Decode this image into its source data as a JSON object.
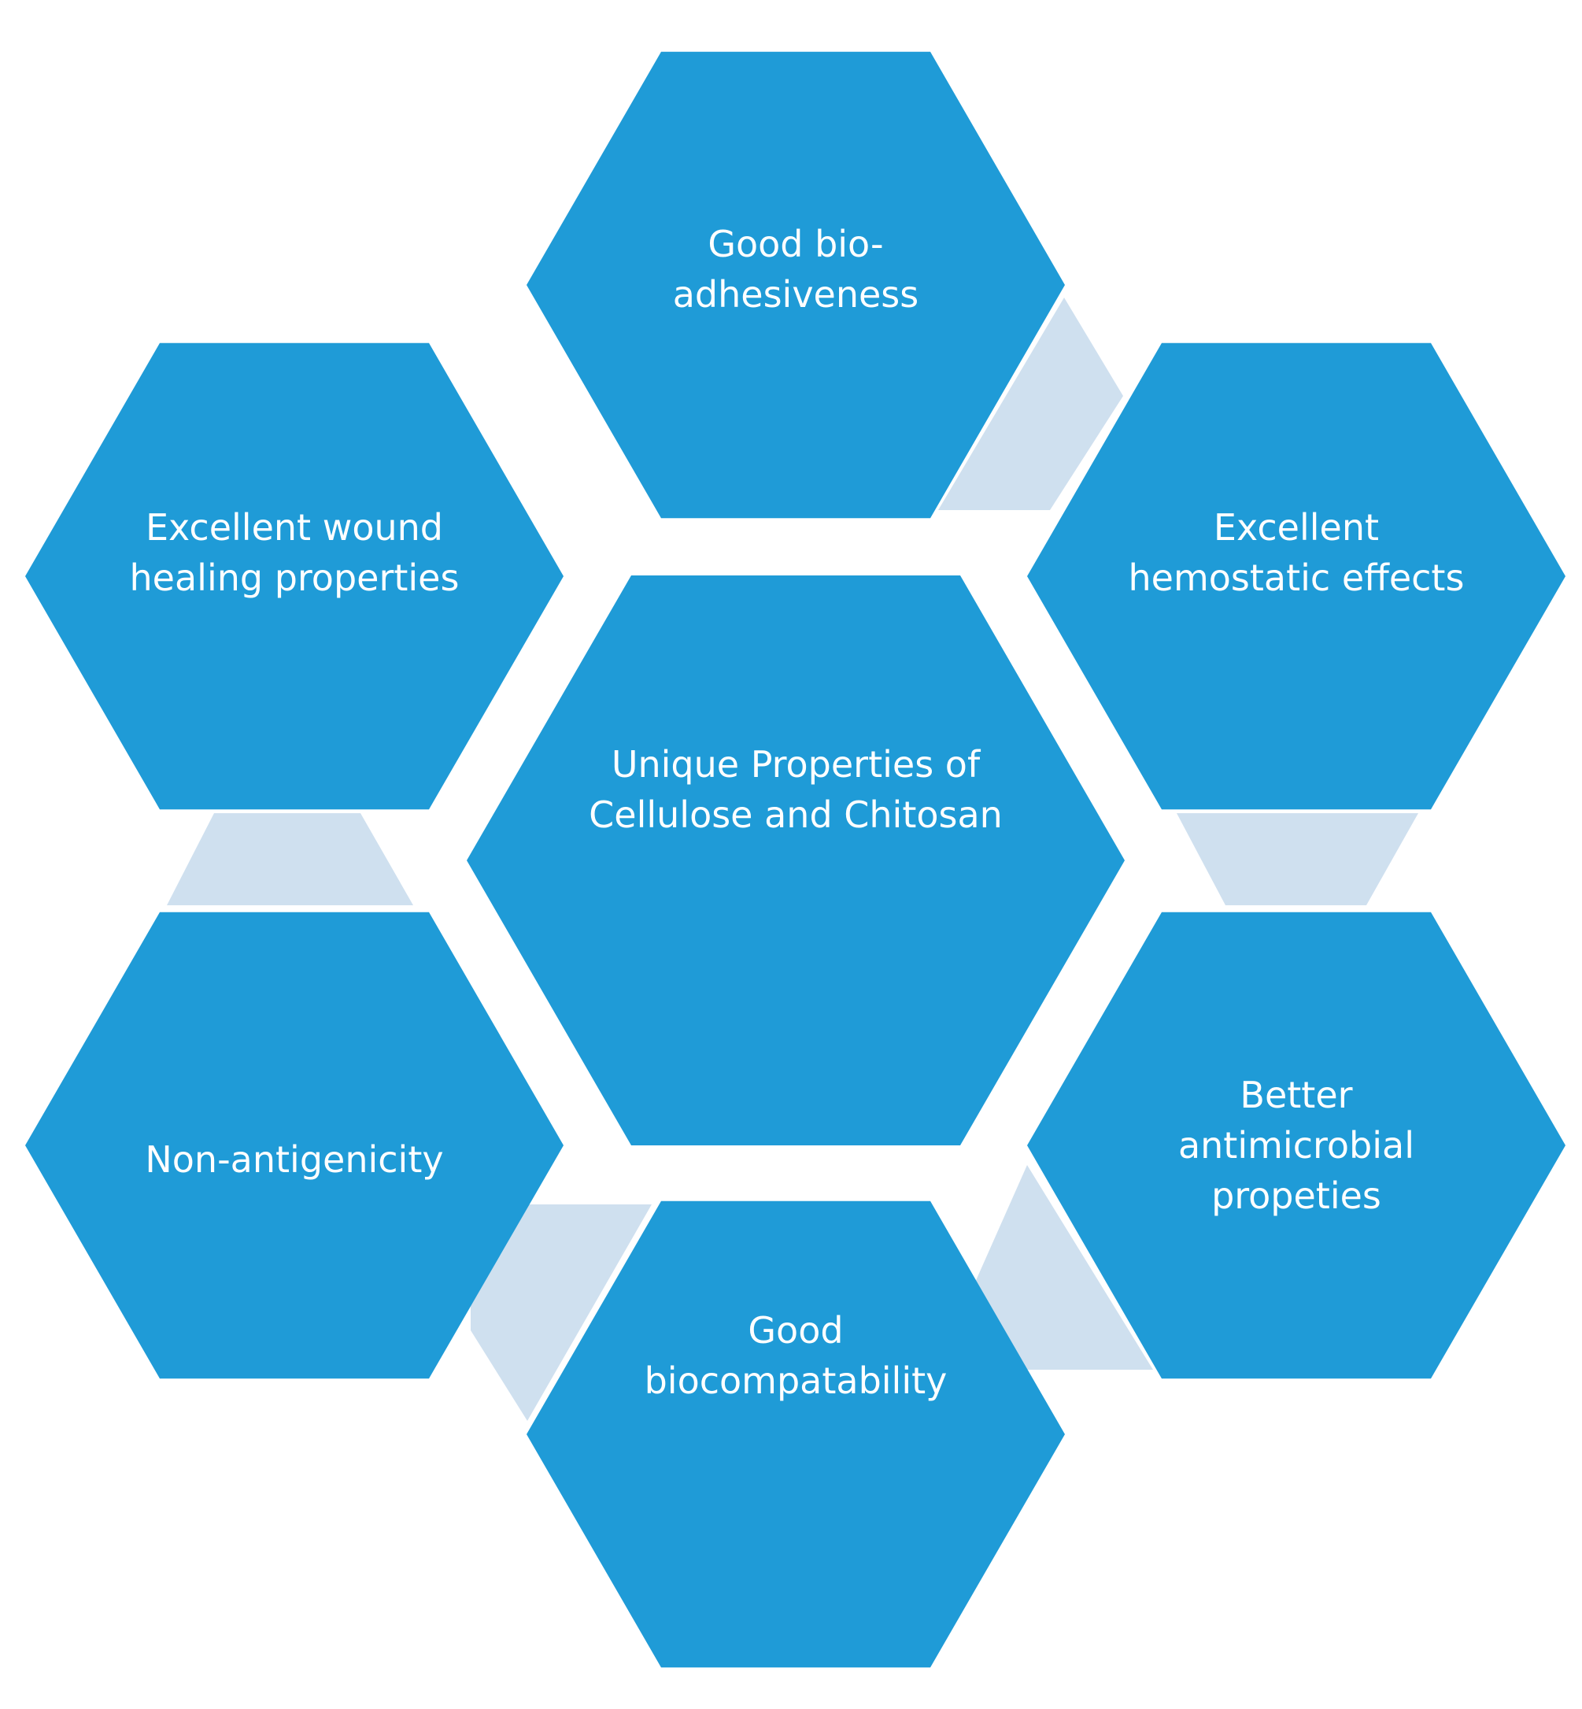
{
  "diagram": {
    "center": {
      "label": "Unique Properties of\nCellulose and Chitosan"
    },
    "properties": [
      {
        "id": "top",
        "label": "Good bio-\nadhesiveness"
      },
      {
        "id": "upper-right",
        "label": "Excellent\nhemostatic effects"
      },
      {
        "id": "lower-right",
        "label": "Better\nantimicrobial\npropeties"
      },
      {
        "id": "bottom",
        "label": "Good\nbiocompatability"
      },
      {
        "id": "lower-left",
        "label": "Non-antigenicity"
      },
      {
        "id": "upper-left",
        "label": "Excellent wound\nhealing properties"
      }
    ]
  },
  "colors": {
    "hexagon_fill": "#1f9bd7",
    "connector_fill": "#cfe0ef",
    "text": "#ffffff",
    "background": "#ffffff"
  }
}
